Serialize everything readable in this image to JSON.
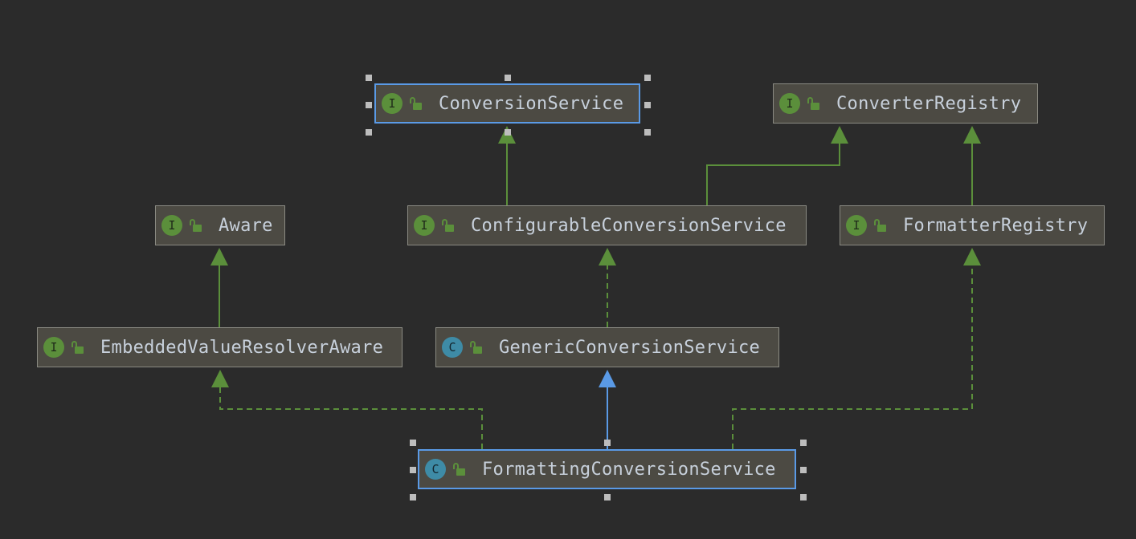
{
  "diagram": {
    "nodes": {
      "conversion_service": {
        "name": "ConversionService",
        "kind": "I"
      },
      "converter_registry": {
        "name": "ConverterRegistry",
        "kind": "I"
      },
      "aware": {
        "name": "Aware",
        "kind": "I"
      },
      "configurable_conversion_service": {
        "name": "ConfigurableConversionService",
        "kind": "I"
      },
      "formatter_registry": {
        "name": "FormatterRegistry",
        "kind": "I"
      },
      "embedded_value_resolver_aware": {
        "name": "EmbeddedValueResolverAware",
        "kind": "I"
      },
      "generic_conversion_service": {
        "name": "GenericConversionService",
        "kind": "C"
      },
      "formatting_conversion_service": {
        "name": "FormattingConversionService",
        "kind": "C"
      }
    },
    "selected": [
      "ConversionService",
      "FormattingConversionService"
    ],
    "edges": [
      {
        "from": "ConfigurableConversionService",
        "to": "ConversionService",
        "type": "extends"
      },
      {
        "from": "ConfigurableConversionService",
        "to": "ConverterRegistry",
        "type": "extends"
      },
      {
        "from": "FormatterRegistry",
        "to": "ConverterRegistry",
        "type": "extends"
      },
      {
        "from": "EmbeddedValueResolverAware",
        "to": "Aware",
        "type": "extends"
      },
      {
        "from": "GenericConversionService",
        "to": "ConfigurableConversionService",
        "type": "implements"
      },
      {
        "from": "FormattingConversionService",
        "to": "GenericConversionService",
        "type": "extends-class"
      },
      {
        "from": "FormattingConversionService",
        "to": "EmbeddedValueResolverAware",
        "type": "implements"
      },
      {
        "from": "FormattingConversionService",
        "to": "FormatterRegistry",
        "type": "implements"
      }
    ],
    "colors": {
      "background": "#2b2b2b",
      "node_fill": "#4c4a43",
      "node_border": "#8a8a82",
      "selected_border": "#5a9ae6",
      "interface_badge": "#5b8f3b",
      "class_badge": "#3e8ba6",
      "edge_green": "#5b8f3b",
      "edge_blue": "#5a9ae6",
      "label_text": "#c7d0db"
    },
    "icons": {
      "interface": "interface-icon",
      "class": "class-icon",
      "visibility": "open-lock-icon"
    }
  }
}
